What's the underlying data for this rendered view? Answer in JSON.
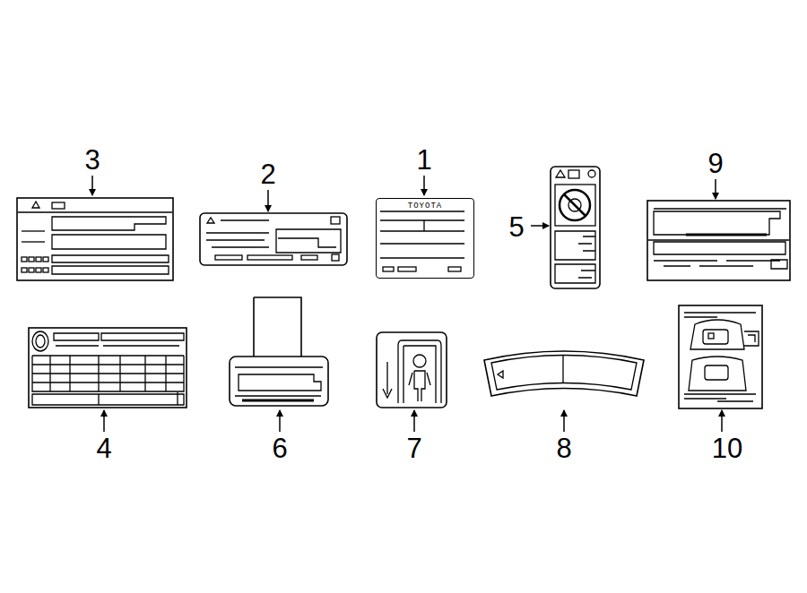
{
  "diagram": {
    "nodes": [
      {
        "text": [
          "TOYOTA"
        ]
      }
    ],
    "labels": [
      "3",
      "2",
      "1",
      "5",
      "9",
      "4",
      "6",
      "7",
      "8",
      "10"
    ]
  }
}
